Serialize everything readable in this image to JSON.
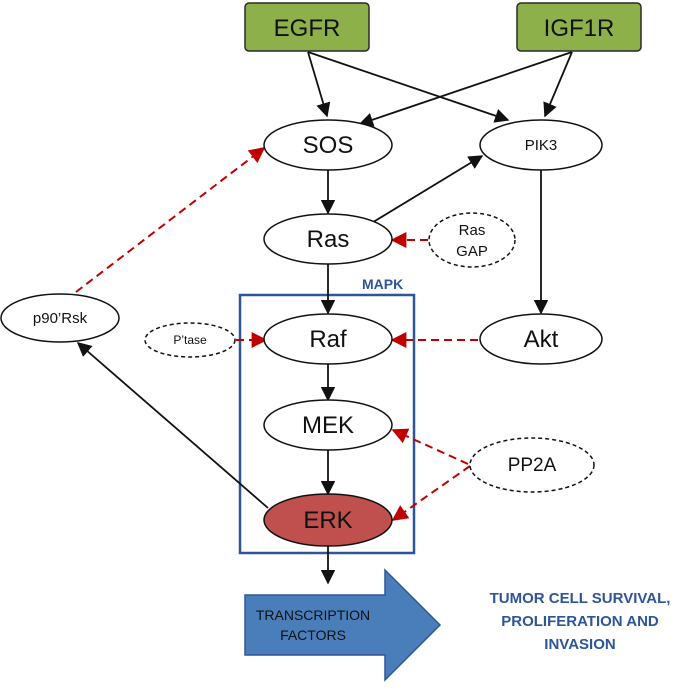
{
  "receptors": {
    "egfr": "EGFR",
    "igf1r": "IGF1R"
  },
  "nodes": {
    "sos": "SOS",
    "pik3": "PIK3",
    "ras": "Ras",
    "rasgap_line1": "Ras",
    "rasgap_line2": "GAP",
    "p90rsk": "p90’Rsk",
    "ptase": "P’tase",
    "raf": "Raf",
    "akt": "Akt",
    "mek": "MEK",
    "pp2a": "PP2A",
    "erk": "ERK"
  },
  "mapk_box": {
    "label": "MAPK"
  },
  "transcription": {
    "line1": "TRANSCRIPTION",
    "line2": "FACTORS"
  },
  "outcome": {
    "line1": "TUMOR CELL SURVIVAL,",
    "line2": "PROLIFERATION AND",
    "line3": "INVASION"
  },
  "colors": {
    "receptor_fill": "#8db04a",
    "erk_fill": "#c0504d",
    "arrow_fill": "#4a7ebb",
    "mapk_border": "#2e5597",
    "inhibition_red": "#c00000"
  }
}
